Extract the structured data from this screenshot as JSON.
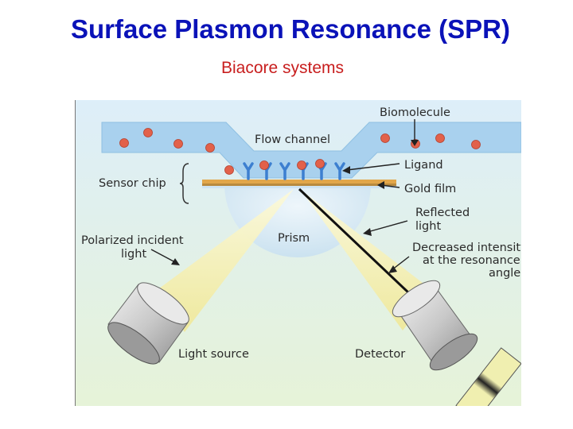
{
  "title": "Surface Plasmon Resonance (SPR)",
  "subtitle": "Biacore systems",
  "colors": {
    "title": "#0a12b8",
    "subtitle": "#c81e1e",
    "flow_channel": "#a9d1ee",
    "background_top": "#ddeef9",
    "background_bottom": "#e6f3d8",
    "gold_film": "#e2a64a",
    "biomolecule": "#e2614a",
    "ligand": "#3c7fd0",
    "light_beam": "#f2eda0"
  },
  "labels": {
    "biomolecule": "Biomolecule",
    "flow_channel": "Flow channel",
    "ligand": "Ligand",
    "sensor_chip": "Sensor chip",
    "gold_film": "Gold film",
    "reflected_light_1": "Reflected",
    "reflected_light_2": "light",
    "prism": "Prism",
    "polarized_1": "Polarized incident",
    "polarized_2": "light",
    "decreased_1": "Decreased intensity",
    "decreased_2": "at the resonance",
    "decreased_3": "angle",
    "light_source": "Light source",
    "detector": "Detector"
  }
}
